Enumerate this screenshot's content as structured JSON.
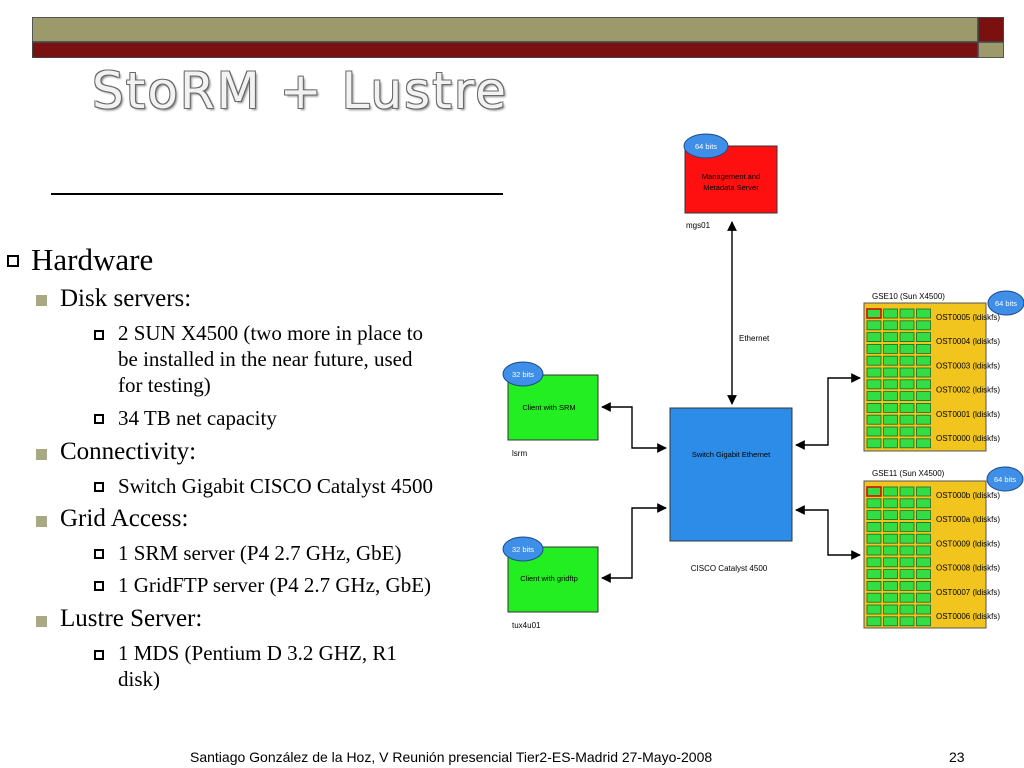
{
  "slide": {
    "title": "StoRM + Lustre",
    "footer": "Santiago González de la Hoz, V Reunión presencial Tier2-ES-Madrid  27-Mayo-2008",
    "page_number": "23"
  },
  "bullets": {
    "hardware": "Hardware",
    "disk_servers": "Disk servers:",
    "disk_1_line1": "2  SUN X4500 (two more in place to",
    "disk_1_line2": "be installed in the near future, used",
    "disk_1_line3": "for testing)",
    "disk_2": "34 TB net capacity",
    "connectivity": "Connectivity:",
    "conn_1": "Switch Gigabit CISCO Catalyst 4500",
    "grid_access": "Grid Access:",
    "grid_1": "1 SRM server (P4 2.7 GHz, GbE)",
    "grid_2": "1 GridFTP server (P4 2.7 GHz, GbE)",
    "lustre_server": "Lustre Server:",
    "lustre_1_line1": "1 MDS (Pentium D 3.2 GHZ, R1",
    "lustre_1_line2": "disk)"
  },
  "diagram": {
    "mgs": {
      "badge": "64 bits",
      "label_line1": "Management and",
      "label_line2": "Metadata Server",
      "host": "mgs01"
    },
    "ethernet_label": "Ethernet",
    "srm_client": {
      "badge": "32 bits",
      "label": "Client with SRM",
      "host": "lsrm"
    },
    "gridftp_client": {
      "badge": "32 bits",
      "label": "Client with gridftp",
      "host": "tux4u01"
    },
    "switch": {
      "label": "Switch Gigabit Ethernet",
      "caption": "CISCO Catalyst 4500"
    },
    "gse10": {
      "title": "GSE10 (Sun X4500)",
      "badge": "64 bits",
      "osts": [
        "OST0005 (ldiskfs)",
        "OST0004 (ldiskfs)",
        "OST0003 (ldiskfs)",
        "OST0002 (ldiskfs)",
        "OST0001 (ldiskfs)",
        "OST0000 (ldiskfs)"
      ]
    },
    "gse11": {
      "title": "GSE11 (Sun X4500)",
      "badge": "64 bits",
      "osts": [
        "OST000b (ldiskfs)",
        "OST000a (ldiskfs)",
        "OST0009 (ldiskfs)",
        "OST0008 (ldiskfs)",
        "OST0007 (ldiskfs)",
        "OST0006 (ldiskfs)"
      ]
    },
    "colors": {
      "mgs_box": "#ff1010",
      "client_box": "#22ee22",
      "switch_box": "#2d8ce8",
      "badge": "#3f8fe8",
      "server_box": "#f2c51e",
      "disk": "#33dd44"
    }
  }
}
